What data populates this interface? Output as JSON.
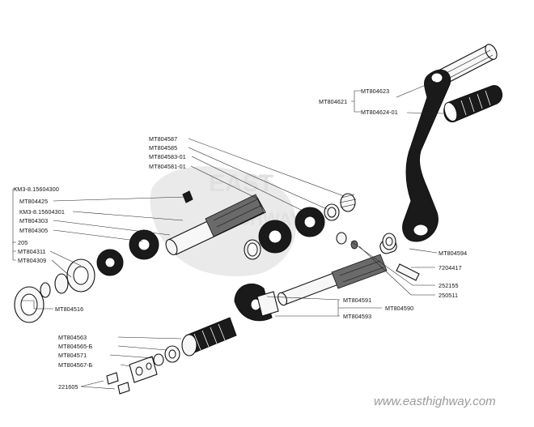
{
  "watermark": {
    "logo_text_top": "EAST",
    "logo_text_bottom": "HIGHWAY",
    "url": "www.easthighway.com"
  },
  "labels": {
    "mt804623": "MT804623",
    "mt804621": "MT804621",
    "mt804624_01": "MT804624-01",
    "mt804587": "MT804587",
    "mt804585": "MT804585",
    "mt804583_01": "MT804583-01",
    "mt804581_01": "MT804581-01",
    "km3_15604300": "КМ3-8.15604300",
    "mt804425": "MT804425",
    "km3_15604301": "КМ3-8.15604301",
    "mt804303": "MT804303",
    "mt804305": "MT804305",
    "p205": "205",
    "mt804311": "MT804311",
    "mt804309": "MT804309",
    "mt804516": "MT804516",
    "mt804594": "MT804594",
    "p7204417": "7204417",
    "p252155": "252155",
    "p250511": "250511",
    "mt804591": "MT804591",
    "mt804590": "MT804590",
    "mt804593": "MT804593",
    "mt804563": "MT804563",
    "mt804565_b": "MT804565-Б",
    "mt804571": "MT804571",
    "mt804567_b": "MT804567-Б",
    "p221605": "221605"
  }
}
